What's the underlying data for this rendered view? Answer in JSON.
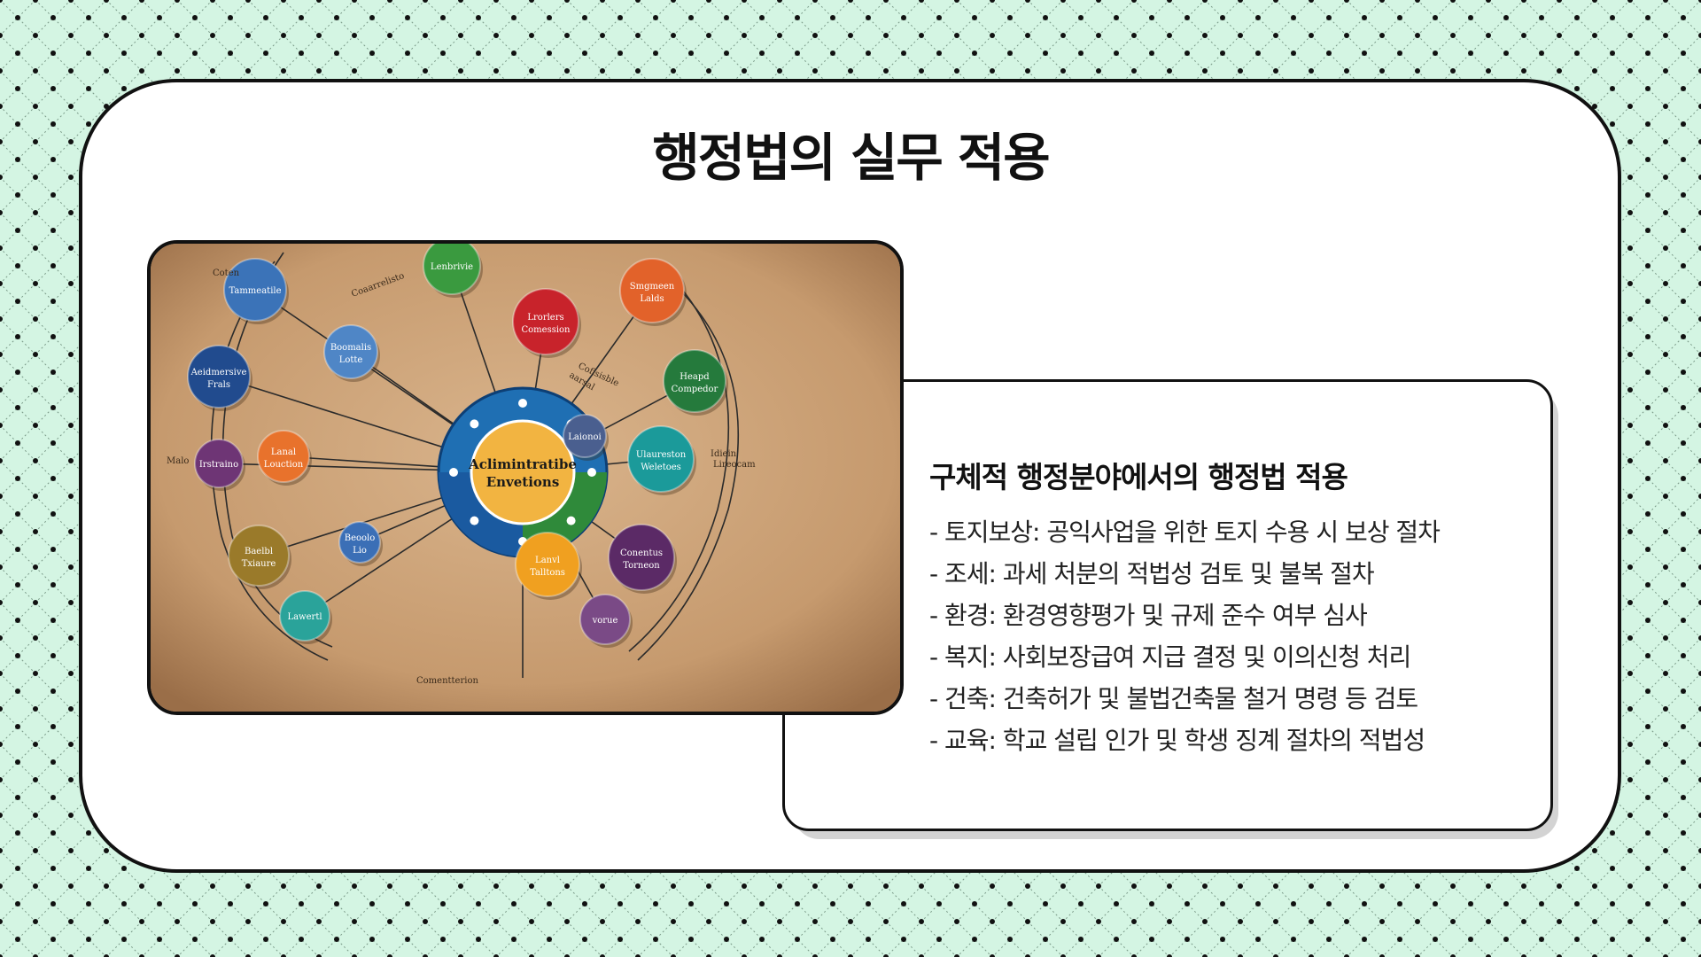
{
  "slide": {
    "title": "행정법의 실무 적용"
  },
  "text_card": {
    "heading": "구체적 행정분야에서의 행정법 적용",
    "items": [
      "- 토지보상: 공익사업을 위한 토지 수용 시 보상 절차",
      "- 조세: 과세 처분의 적법성 검토 및 불복 절차",
      "- 환경: 환경영향평가 및 규제 준수 여부 심사",
      "- 복지: 사회보장급여 지급 결정 및 이의신청 처리",
      "- 건축: 건축허가 및 불법건축물 철거 명령 등 검토",
      "- 교육: 학교 설립 인가 및 학생 징계 절차의 적법성"
    ]
  },
  "diagram_image": {
    "center_label_1": "Aclimintratibe",
    "center_label_2": "Envetions",
    "nodes": [
      {
        "line1": "Tammeatile",
        "line2": "",
        "color": "#3b73b8"
      },
      {
        "line1": "Lenbrivie",
        "line2": "",
        "color": "#3a9a3f"
      },
      {
        "line1": "Lrorlers",
        "line2": "Comession",
        "color": "#c8232b"
      },
      {
        "line1": "Smgmeen",
        "line2": "Lalds",
        "color": "#e2622a"
      },
      {
        "line1": "Boomalis",
        "line2": "Lotte",
        "color": "#4f86c6"
      },
      {
        "line1": "Aeidmersive",
        "line2": "Frals",
        "color": "#214b8e"
      },
      {
        "line1": "Heapd",
        "line2": "Compedor",
        "color": "#257a3c"
      },
      {
        "line1": "Lanal",
        "line2": "Louction",
        "color": "#e8722c"
      },
      {
        "line1": "Irstraino",
        "line2": "",
        "color": "#6e3575"
      },
      {
        "line1": "Laionoi",
        "line2": "",
        "color": "#4a5f8f"
      },
      {
        "line1": "Ulaureston",
        "line2": "Weletoes",
        "color": "#1b9a9a"
      },
      {
        "line1": "Baelbl",
        "line2": "Txiaure",
        "color": "#9a7a2a"
      },
      {
        "line1": "Beoolo",
        "line2": "Lio",
        "color": "#3b6fb6"
      },
      {
        "line1": "Lanvl",
        "line2": "Talltons",
        "color": "#f0a020"
      },
      {
        "line1": "Conentus",
        "line2": "Torneon",
        "color": "#5b2a66"
      },
      {
        "line1": "Lawertl",
        "line2": "",
        "color": "#2aa39a"
      },
      {
        "line1": "vorue",
        "line2": "",
        "color": "#7a4a86"
      }
    ],
    "paper_labels": [
      "Coten",
      "Coaarrelisto",
      "Cofisisble",
      "aarsal",
      "Idiein",
      "Lireocam",
      "Malo",
      "Comentterion"
    ]
  },
  "colors": {
    "background": "#d4f5e3",
    "card": "#ffffff",
    "border": "#111111",
    "shadow": "#d3d3d3"
  }
}
